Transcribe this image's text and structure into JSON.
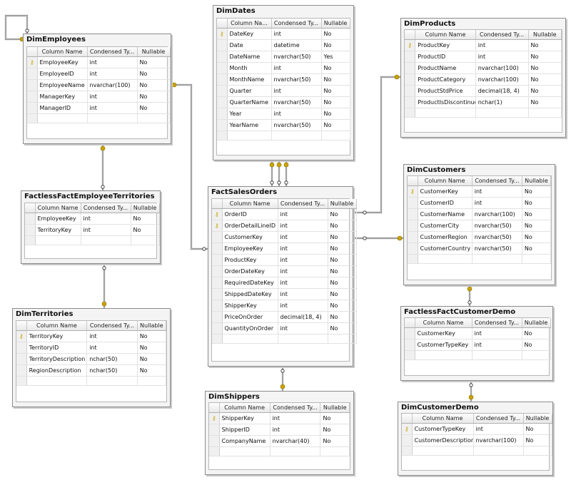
{
  "headers": {
    "column_name": "Column Name",
    "column_name_short": "Column Na...",
    "condensed_type": "Condensed Ty...",
    "nullable": "Nullable"
  },
  "icons": {
    "primary_key": "key-icon",
    "relationship_end": "relationship-key-end-icon"
  },
  "colors": {
    "key": "#c9a400",
    "connector": "#666666"
  },
  "tables": [
    {
      "id": "DimEmployees",
      "name": "DimEmployees",
      "short_header": false,
      "rows": [
        {
          "key": true,
          "name": "EmployeeKey",
          "type": "int",
          "nullable": "No"
        },
        {
          "key": false,
          "name": "EmployeeID",
          "type": "int",
          "nullable": "No"
        },
        {
          "key": false,
          "name": "EmployeeName",
          "type": "nvarchar(100)",
          "nullable": "No"
        },
        {
          "key": false,
          "name": "ManagerKey",
          "type": "int",
          "nullable": "No"
        },
        {
          "key": false,
          "name": "ManagerID",
          "type": "int",
          "nullable": "No"
        }
      ]
    },
    {
      "id": "DimDates",
      "name": "DimDates",
      "short_header": true,
      "rows": [
        {
          "key": true,
          "name": "DateKey",
          "type": "int",
          "nullable": "No"
        },
        {
          "key": false,
          "name": "Date",
          "type": "datetime",
          "nullable": "No"
        },
        {
          "key": false,
          "name": "DateName",
          "type": "nvarchar(50)",
          "nullable": "Yes"
        },
        {
          "key": false,
          "name": "Month",
          "type": "int",
          "nullable": "No"
        },
        {
          "key": false,
          "name": "MonthName",
          "type": "nvarchar(50)",
          "nullable": "No"
        },
        {
          "key": false,
          "name": "Quarter",
          "type": "int",
          "nullable": "No"
        },
        {
          "key": false,
          "name": "QuarterName",
          "type": "nvarchar(50)",
          "nullable": "No"
        },
        {
          "key": false,
          "name": "Year",
          "type": "int",
          "nullable": "No"
        },
        {
          "key": false,
          "name": "YearName",
          "type": "nvarchar(50)",
          "nullable": "No"
        }
      ]
    },
    {
      "id": "DimProducts",
      "name": "DimProducts",
      "short_header": false,
      "rows": [
        {
          "key": true,
          "name": "ProductKey",
          "type": "int",
          "nullable": "No"
        },
        {
          "key": false,
          "name": "ProductID",
          "type": "int",
          "nullable": "No"
        },
        {
          "key": false,
          "name": "ProductName",
          "type": "nvarchar(100)",
          "nullable": "No"
        },
        {
          "key": false,
          "name": "ProductCategory",
          "type": "nvarchar(100)",
          "nullable": "No"
        },
        {
          "key": false,
          "name": "ProductStdPrice",
          "type": "decimal(18, 4)",
          "nullable": "No"
        },
        {
          "key": false,
          "name": "ProductIsDiscontinued",
          "type": "nchar(1)",
          "nullable": "No"
        }
      ]
    },
    {
      "id": "FactlessFactEmployeeTerritories",
      "name": "FactlessFactEmployeeTerritories",
      "short_header": false,
      "rows": [
        {
          "key": false,
          "name": "EmployeeKey",
          "type": "int",
          "nullable": "No"
        },
        {
          "key": false,
          "name": "TerritoryKey",
          "type": "int",
          "nullable": "No"
        }
      ]
    },
    {
      "id": "FactSalesOrders",
      "name": "FactSalesOrders",
      "short_header": false,
      "rows": [
        {
          "key": true,
          "name": "OrderID",
          "type": "int",
          "nullable": "No"
        },
        {
          "key": true,
          "name": "OrderDetailLineID",
          "type": "int",
          "nullable": "No"
        },
        {
          "key": false,
          "name": "CustomerKey",
          "type": "int",
          "nullable": "No"
        },
        {
          "key": false,
          "name": "EmployeeKey",
          "type": "int",
          "nullable": "No"
        },
        {
          "key": false,
          "name": "ProductKey",
          "type": "int",
          "nullable": "No"
        },
        {
          "key": false,
          "name": "OrderDateKey",
          "type": "int",
          "nullable": "No"
        },
        {
          "key": false,
          "name": "RequiredDateKey",
          "type": "int",
          "nullable": "No"
        },
        {
          "key": false,
          "name": "ShippedDateKey",
          "type": "int",
          "nullable": "No"
        },
        {
          "key": false,
          "name": "ShipperKey",
          "type": "int",
          "nullable": "No"
        },
        {
          "key": false,
          "name": "PriceOnOrder",
          "type": "decimal(18, 4)",
          "nullable": "No"
        },
        {
          "key": false,
          "name": "QuantityOnOrder",
          "type": "int",
          "nullable": "No"
        }
      ]
    },
    {
      "id": "DimCustomers",
      "name": "DimCustomers",
      "short_header": false,
      "rows": [
        {
          "key": true,
          "name": "CustomerKey",
          "type": "int",
          "nullable": "No"
        },
        {
          "key": false,
          "name": "CustomerID",
          "type": "int",
          "nullable": "No"
        },
        {
          "key": false,
          "name": "CustomerName",
          "type": "nvarchar(100)",
          "nullable": "No"
        },
        {
          "key": false,
          "name": "CustomerCity",
          "type": "nvarchar(50)",
          "nullable": "No"
        },
        {
          "key": false,
          "name": "CustomerRegion",
          "type": "nvarchar(50)",
          "nullable": "No"
        },
        {
          "key": false,
          "name": "CustomerCountry",
          "type": "nvarchar(50)",
          "nullable": "No"
        }
      ]
    },
    {
      "id": "DimTerritories",
      "name": "DimTerritories",
      "short_header": false,
      "rows": [
        {
          "key": true,
          "name": "TerritoryKey",
          "type": "int",
          "nullable": "No"
        },
        {
          "key": false,
          "name": "TerritoryID",
          "type": "int",
          "nullable": "No"
        },
        {
          "key": false,
          "name": "TerritoryDescription",
          "type": "nchar(50)",
          "nullable": "No"
        },
        {
          "key": false,
          "name": "RegionDescription",
          "type": "nchar(50)",
          "nullable": "No"
        }
      ]
    },
    {
      "id": "FactlessFactCustomerDemo",
      "name": "FactlessFactCustomerDemo",
      "short_header": false,
      "rows": [
        {
          "key": false,
          "name": "CustomerKey",
          "type": "int",
          "nullable": "No"
        },
        {
          "key": false,
          "name": "CustomerTypeKey",
          "type": "int",
          "nullable": "No"
        }
      ]
    },
    {
      "id": "DimShippers",
      "name": "DimShippers",
      "short_header": false,
      "rows": [
        {
          "key": true,
          "name": "ShipperKey",
          "type": "int",
          "nullable": "No"
        },
        {
          "key": false,
          "name": "ShipperID",
          "type": "int",
          "nullable": "No"
        },
        {
          "key": false,
          "name": "CompanyName",
          "type": "nvarchar(40)",
          "nullable": "No"
        }
      ]
    },
    {
      "id": "DimCustomerDemo",
      "name": "DimCustomerDemo",
      "short_header": false,
      "rows": [
        {
          "key": true,
          "name": "CustomerTypeKey",
          "type": "int",
          "nullable": "No"
        },
        {
          "key": false,
          "name": "CustomerDescription",
          "type": "nvarchar(100)",
          "nullable": "No"
        }
      ]
    }
  ]
}
